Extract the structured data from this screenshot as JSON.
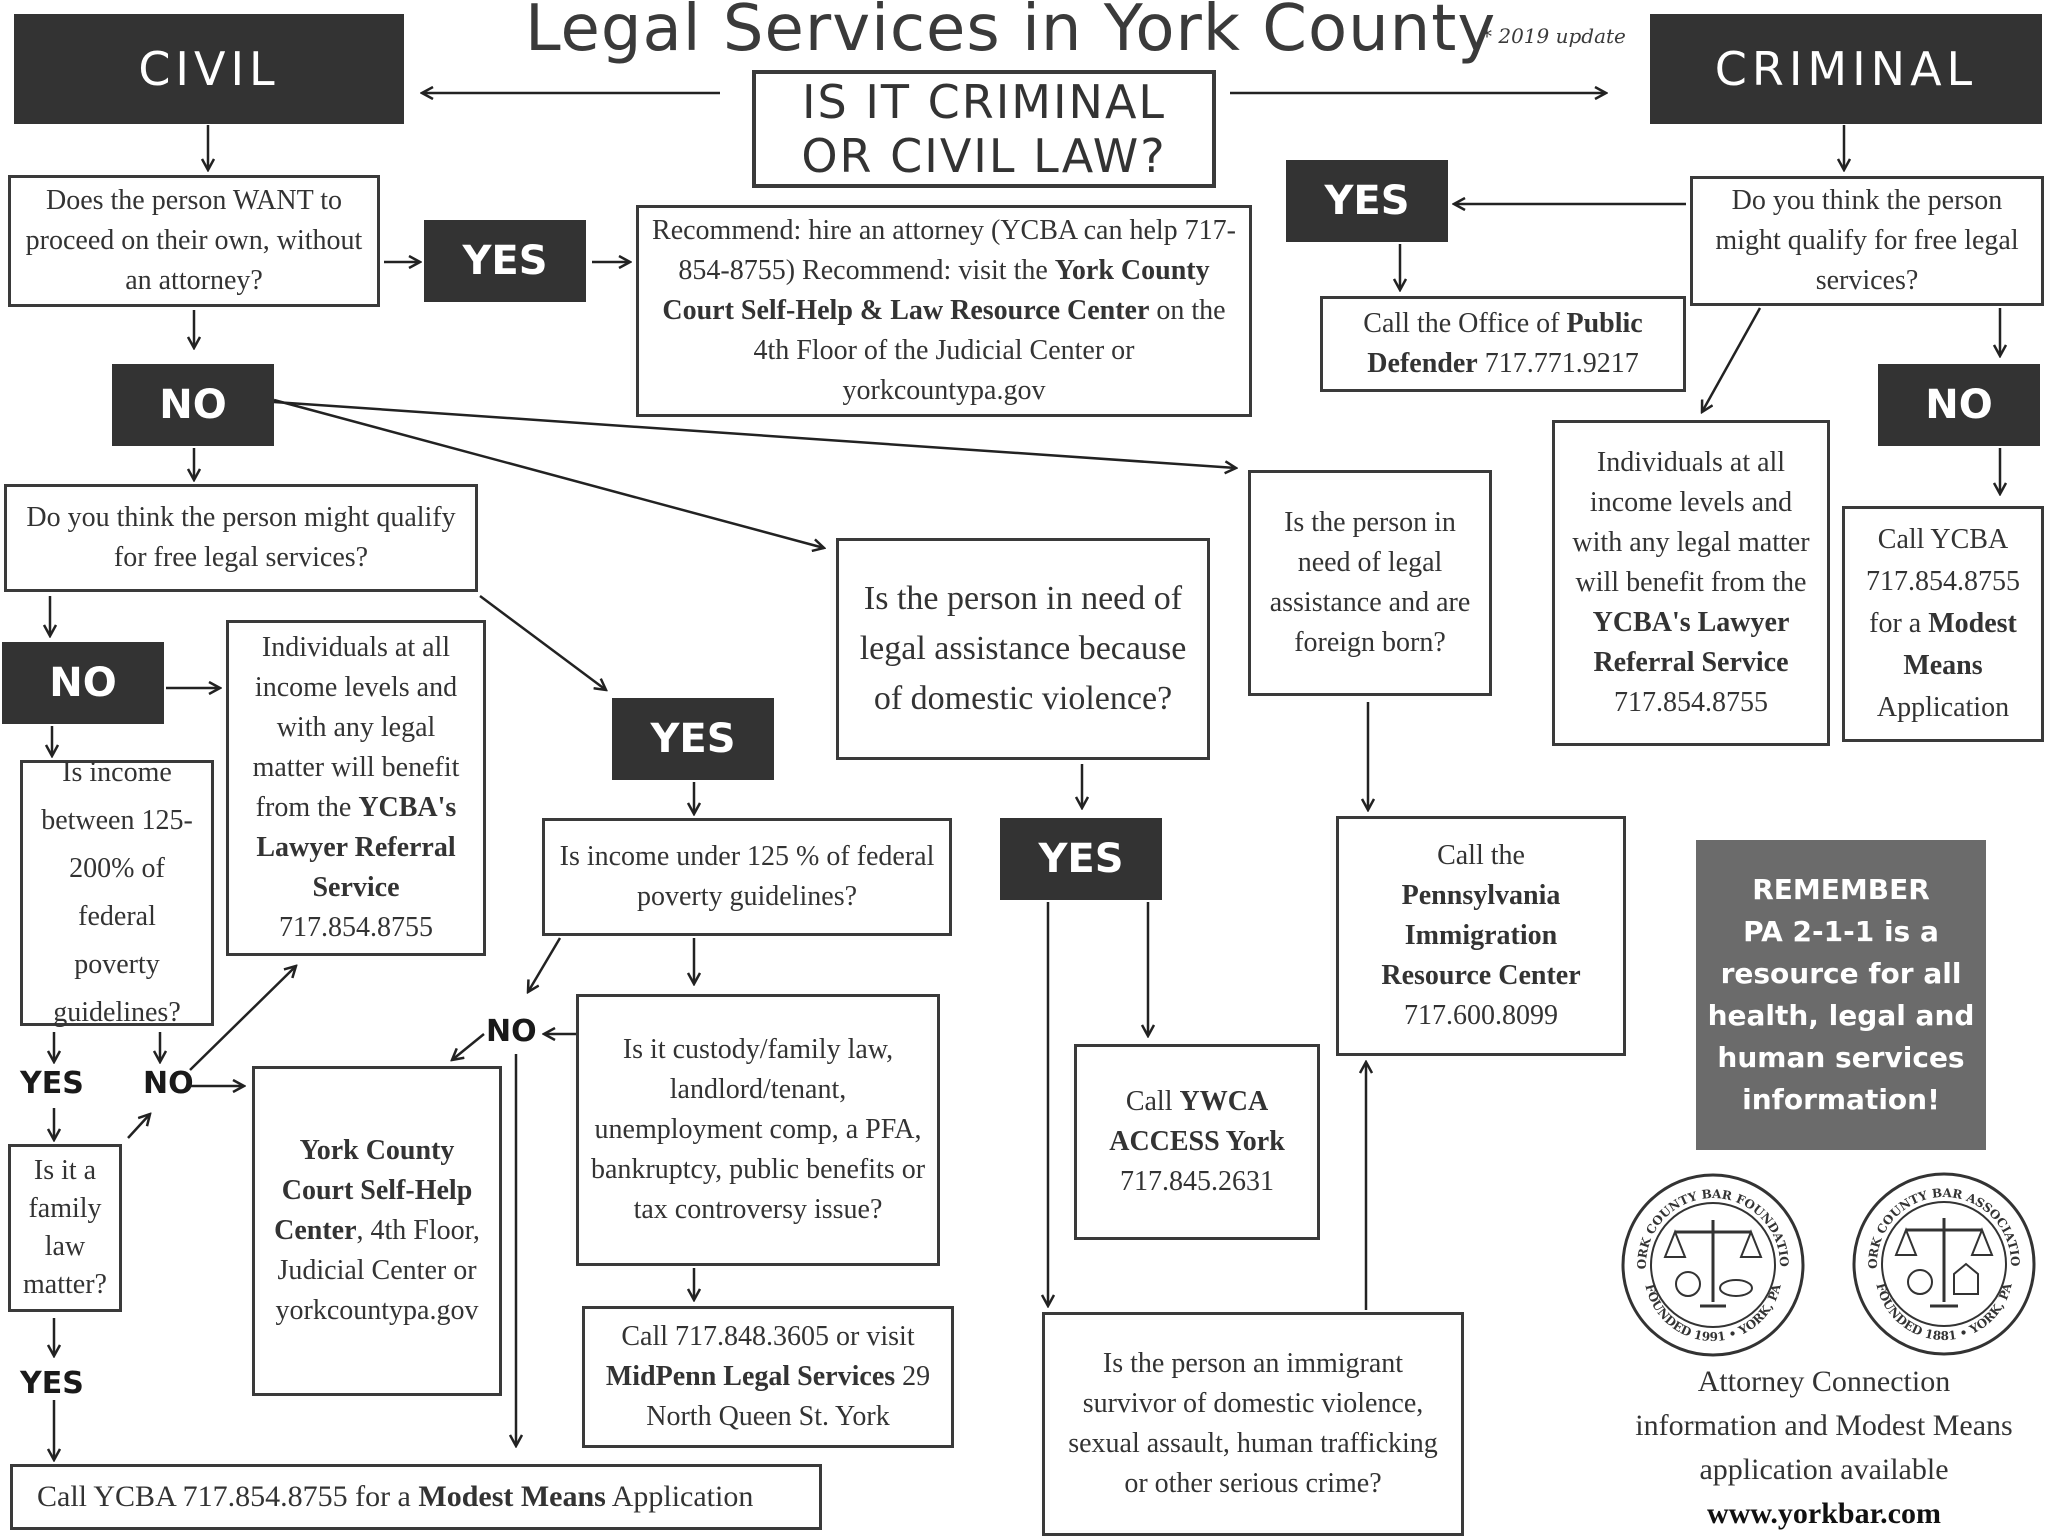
{
  "title": "Legal Services in York County",
  "update_note": "* 2019 update",
  "question": {
    "line1": "IS IT CRIMINAL",
    "line2": "OR CIVIL LAW?"
  },
  "civil_label": "CIVIL",
  "criminal_label": "CRIMINAL",
  "yes": "YES",
  "no": "NO",
  "civil": {
    "want_own": "Does the person WANT to proceed on their own, without an attorney?",
    "recommend": {
      "p1": "Recommend: hire an attorney (YCBA can help 717-854-8755) Recommend: visit the ",
      "b1": "York County Court Self-Help & Law Resource Center",
      "p2": " on the 4th Floor of the Judicial Center or yorkcountypa.gov"
    },
    "qualify_free": "Do you think the person might qualify for free legal services?",
    "lrs": {
      "p1": "Individuals at all income levels and with any legal matter will benefit from the ",
      "b1": "YCBA's Lawyer Referral Service",
      "phone": "717.854.8755"
    },
    "income_between": "Is income between 125-200% of federal poverty guidelines?",
    "family_law": "Is it a family law matter?",
    "self_help": {
      "b1": "York County Court Self-Help Center",
      "p1": ", 4th Floor, Judicial Center or yorkcountypa.gov"
    },
    "modest_means": {
      "p1": "Call YCBA 717.854.8755 for a ",
      "b1": "Modest Means",
      "p2": " Application"
    },
    "income_under": "Is income under 125 % of federal poverty guidelines?",
    "custody": "Is it custody/family law, landlord/tenant, unemployment comp, a PFA, bankruptcy, public benefits or tax controversy issue?",
    "midpenn": {
      "p1": "Call 717.848.3605 or visit ",
      "b1": "MidPenn Legal Services",
      "p2": " 29 North Queen St. York"
    },
    "domestic": "Is the person in need of legal assistance because of domestic violence?",
    "ywca": {
      "p1": "Call ",
      "b1": "YWCA ACCESS York",
      "phone": "717.845.2631"
    },
    "foreign": "Is the person in need of legal assistance and are foreign born?",
    "immigration": {
      "p1": "Call the ",
      "b1": "Pennsylvania Immigration Resource Center",
      "phone": "717.600.8099"
    },
    "immigrant_survivor": "Is the person an immigrant survivor of domestic violence, sexual assault, human trafficking or other serious crime?"
  },
  "criminal": {
    "qualify_free": "Do you think the person might qualify for free legal services?",
    "public_defender": {
      "p1": "Call the Office of ",
      "b1": "Public Defender",
      "p2": " 717.771.9217"
    },
    "lrs": {
      "p1": "Individuals at all income levels and with any legal matter will benefit from the ",
      "b1": "YCBA's Lawyer Referral Service",
      "phone": "717.854.8755"
    },
    "modest": {
      "p1": "Call YCBA 717.854.8755 for a ",
      "b1": "Modest Means",
      "p2": " Application"
    }
  },
  "remember": {
    "l1": "REMEMBER",
    "l2": "PA 2-1-1 is a",
    "l3": "resource for all",
    "l4": "health, legal and",
    "l5": "human services",
    "l6": "information!"
  },
  "seals": {
    "foundation": {
      "top": "YORK COUNTY BAR FOUNDATION",
      "bottom": "FOUNDED 1991 • YORK, PA"
    },
    "association": {
      "top": "YORK COUNTY BAR ASSOCIATION",
      "bottom": "FOUNDED 1881 • YORK, PA"
    }
  },
  "footer": {
    "l1": "Attorney Connection",
    "l2": "information and Modest Means",
    "l3": "application available",
    "url": "www.yorkbar.com"
  },
  "colors": {
    "dark": "#333333",
    "gray": "#6b6b6b"
  }
}
